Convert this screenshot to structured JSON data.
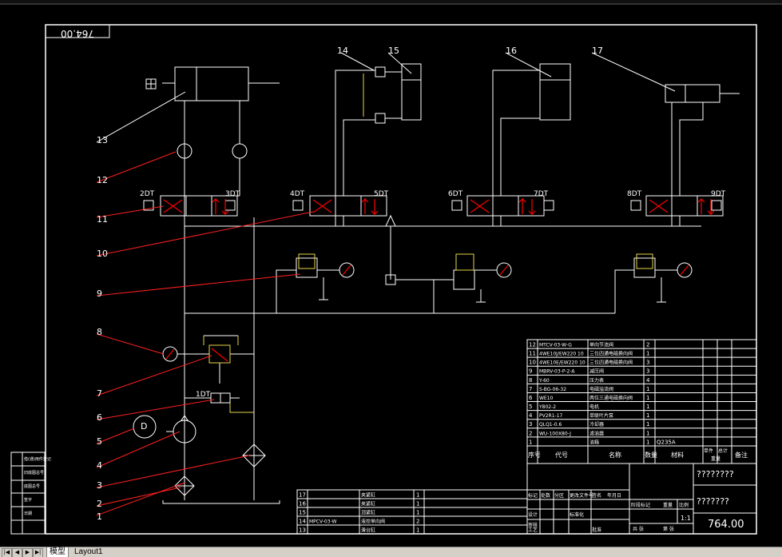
{
  "drawing": {
    "title_code_top": "764.00",
    "drawing_number": "764.00",
    "scale": "1:1",
    "title_lines": [
      "????????",
      "???????"
    ],
    "callouts": [
      "1",
      "2",
      "3",
      "4",
      "5",
      "6",
      "7",
      "8",
      "9",
      "10",
      "11",
      "12",
      "13",
      "14",
      "15",
      "16",
      "17"
    ],
    "valve_labels": [
      "2DT",
      "3DT",
      "4DT",
      "5DT",
      "6DT",
      "7DT",
      "8DT",
      "9DT",
      "1DT"
    ],
    "motor_label": "D",
    "material_note": "Q235A"
  },
  "bom_right": {
    "rows": [
      {
        "no": "12",
        "code": "MTCV-03-W-G",
        "name": "单向节流阀",
        "qty": "2"
      },
      {
        "no": "11",
        "code": "4WE10J/EW220 10",
        "name": "三位四通电磁换向阀",
        "qty": "1"
      },
      {
        "no": "10",
        "code": "4WE10E/EW220 10",
        "name": "三位四通电磁换向阀",
        "qty": "3"
      },
      {
        "no": "9",
        "code": "MBRV-03-P-2-A",
        "name": "减压阀",
        "qty": "3"
      },
      {
        "no": "8",
        "code": "Y-60",
        "name": "压力表",
        "qty": "4"
      },
      {
        "no": "7",
        "code": "S-BG-06-32",
        "name": "电磁溢流阀",
        "qty": "1"
      },
      {
        "no": "6",
        "code": "WE10",
        "name": "两位三通电磁换向阀",
        "qty": "1"
      },
      {
        "no": "5",
        "code": "Y802-2",
        "name": "电机",
        "qty": "1"
      },
      {
        "no": "4",
        "code": "PV2R1-17",
        "name": "单联叶片泵",
        "qty": "1"
      },
      {
        "no": "3",
        "code": "QLQ1-0.6",
        "name": "冷却器",
        "qty": "1"
      },
      {
        "no": "2",
        "code": "WU-100X80-J",
        "name": "滤油器",
        "qty": "1"
      },
      {
        "no": "1",
        "code": "",
        "name": "油箱",
        "qty": "1",
        "material": "Q235A"
      }
    ],
    "header": {
      "no": "序号",
      "code": "代号",
      "name": "名称",
      "qty": "数量",
      "material": "材料",
      "single": "单件",
      "total": "总计",
      "weight": "重量",
      "remark": "备注"
    }
  },
  "bom_left": {
    "rows": [
      {
        "no": "17",
        "name": "夹紧缸",
        "qty": "1"
      },
      {
        "no": "16",
        "name": "夹紧缸",
        "qty": "1"
      },
      {
        "no": "15",
        "name": "顶紧缸",
        "qty": "1"
      },
      {
        "no": "14",
        "code": "MPCV-03-W",
        "name": "液控单向阀",
        "qty": "2"
      },
      {
        "no": "13",
        "name": "滑台缸",
        "qty": "1"
      }
    ]
  },
  "title_block": {
    "cells": [
      "标记",
      "处数",
      "分区",
      "更改文件号",
      "签名",
      "年月日",
      "设计",
      "标准化",
      "审核",
      "工艺",
      "批准",
      "阶段标记",
      "重量",
      "比例",
      "共 张",
      "第 张"
    ]
  },
  "left_strip": {
    "cells": [
      "借(通)用件登记",
      "旧底图总号",
      "底图总号",
      "签字",
      "日期"
    ]
  },
  "tabs": {
    "model": "模型",
    "layout": "Layout1"
  },
  "colors": {
    "line": "#ffffff",
    "leader": "#ff2020",
    "yellow": "#e6d44a",
    "valve_red": "#ff0000"
  }
}
